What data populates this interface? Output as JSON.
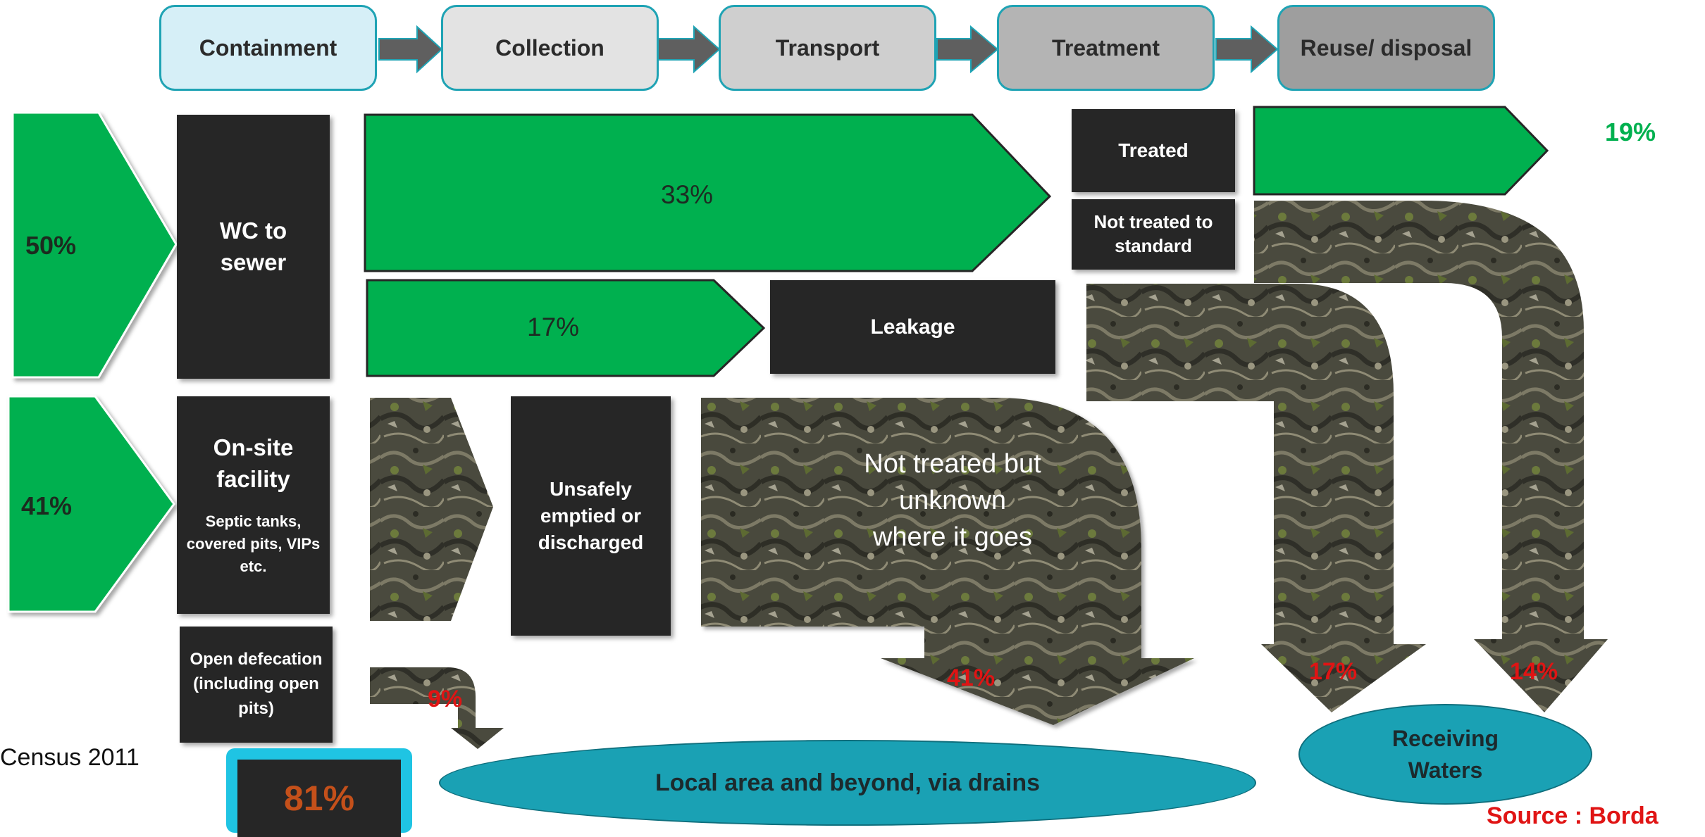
{
  "stages": [
    "Containment",
    "Collection",
    "Transport",
    "Treatment",
    "Reuse/ disposal"
  ],
  "containment": {
    "sewer_pct": "50%",
    "onsite_pct": "41%",
    "sewer_label": "WC to sewer",
    "onsite_title": "On-site facility",
    "onsite_detail": "Septic tanks, covered pits, VIPs etc.",
    "open_defecation": "Open defecation (including open pits)"
  },
  "flows": {
    "sewer_collected": "33%",
    "sewer_leak": "17%",
    "reused": "19%",
    "to_local_area": "41%",
    "untreated_to_waters": "17%",
    "leak_to_waters": "14%",
    "open_defecation": "9%"
  },
  "boxes": {
    "treated": "Treated",
    "not_treated_standard": "Not treated to standard",
    "leakage": "Leakage",
    "unsafely_emptied": "Unsafely emptied or discharged",
    "not_treated_unknown": "Not treated but unknown where it goes"
  },
  "destinations": {
    "local_area": "Local area and beyond, via drains",
    "receiving_waters": "Receiving Waters"
  },
  "footer": {
    "census": "Census 2011",
    "total_pct": "81%",
    "source": "Source : Borda"
  },
  "colors": {
    "green": "#00b04f",
    "dark_box": "#262626",
    "teal": "#1aa1b4",
    "red_text": "#e01414",
    "orange_pct": "#c4501a"
  }
}
